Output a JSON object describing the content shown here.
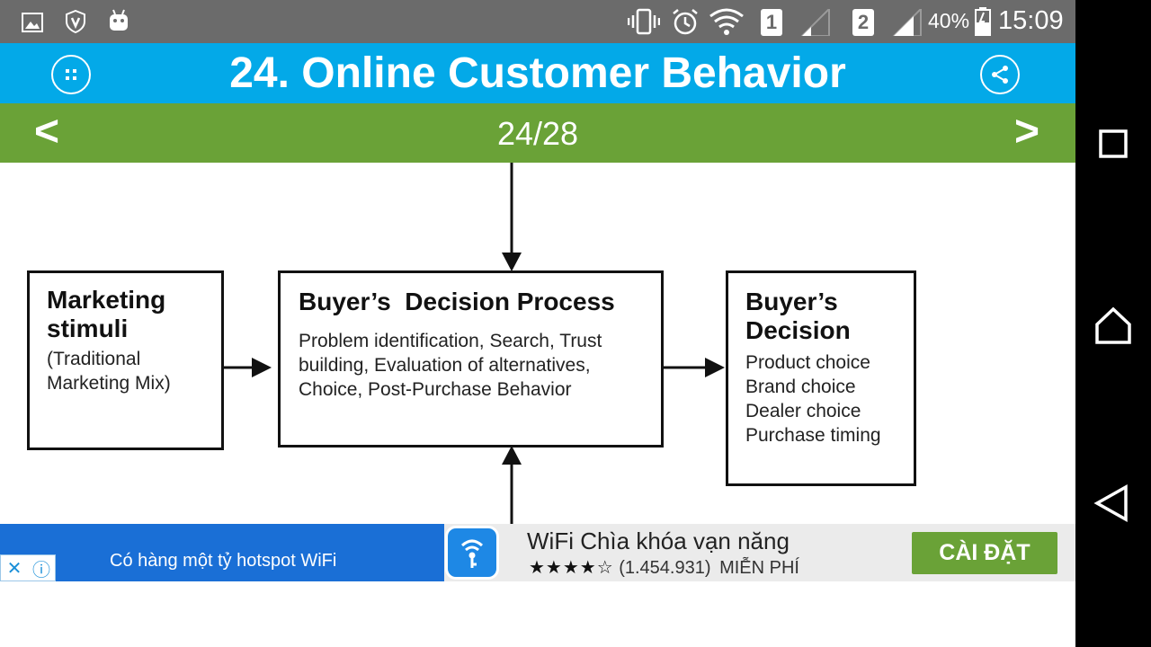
{
  "status_bar": {
    "icons": [
      "gallery-icon",
      "shield-icon",
      "android-icon",
      "vibrate-icon",
      "alarm-icon",
      "wifi-icon",
      "sim1-icon",
      "signal-icon",
      "sim2-icon",
      "signal-icon",
      "battery-icon"
    ],
    "sim1_label": "1",
    "sim2_label": "2",
    "battery": "40%",
    "time": "15:09"
  },
  "header": {
    "title": "24. Online Customer Behavior",
    "menu_icon": "grid-icon",
    "share_icon": "share-icon"
  },
  "pager": {
    "prev": "<",
    "next": ">",
    "count": "24/28"
  },
  "slide": {
    "stimuli": {
      "heading": "Marketing stimuli",
      "body": "(Traditional Marketing Mix)"
    },
    "process": {
      "heading": "Buyer’s  Decision Process",
      "body": "Problem identification, Search, Trust building, Evaluation of alternatives, Choice, Post-Purchase Behavior"
    },
    "decision": {
      "heading": "Buyer’s Decision",
      "items": [
        "Product choice",
        "Brand choice",
        "Dealer choice",
        "Purchase timing"
      ]
    }
  },
  "ad": {
    "description": "Có hàng một tỷ hotspot WiFi",
    "app_name": "WiFi Chìa khóa vạn năng",
    "stars": "★★★★☆",
    "rating_count": "(1.454.931)",
    "price": "MIỄN PHÍ",
    "install_label": "CÀI ĐẶT",
    "close_symbol": "✕",
    "info_symbol": "ⓘ"
  },
  "colors": {
    "title_bar": "#03a9e8",
    "pager_bar": "#6aa237",
    "status_bar": "#6b6b6b",
    "install_button": "#6aa237"
  }
}
